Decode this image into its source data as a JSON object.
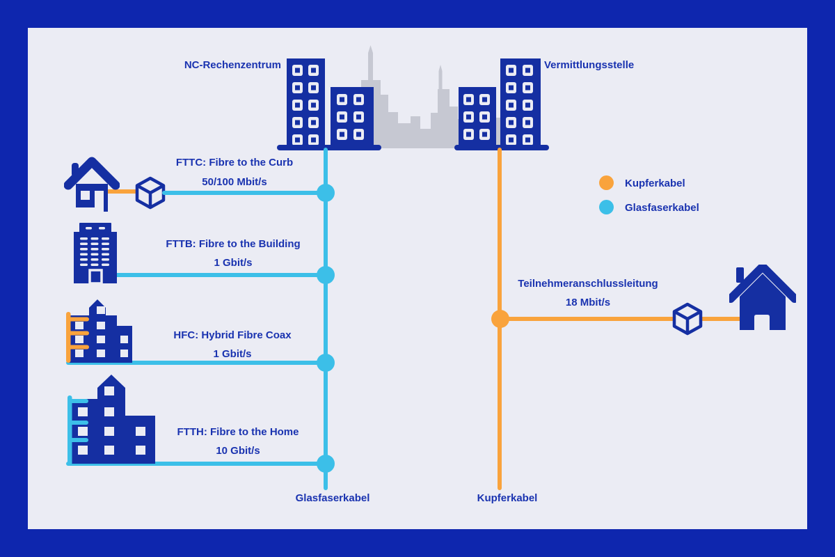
{
  "palette": {
    "frame_blue": "#0e26ae",
    "panel_background": "#ebecf4",
    "icon_blue": "#152fa2",
    "text_blue": "#1a33b0",
    "fiber_cyan": "#3cbfe8",
    "copper_orange": "#f9a33c",
    "skyline_gray": "#c6c8d2"
  },
  "header": {
    "datacenter_label": "NC-Rechenzentrum",
    "exchange_label": "Vermittlungsstelle"
  },
  "legend": {
    "items": [
      {
        "label": "Kupferkabel",
        "color": "#f9a33c"
      },
      {
        "label": "Glasfaserkabel",
        "color": "#3cbfe8"
      }
    ]
  },
  "fiber_connections": [
    {
      "id": "fttc",
      "title": "FTTC: Fibre to the Curb",
      "speed": "50/100 Mbit/s"
    },
    {
      "id": "fttb",
      "title": "FTTB: Fibre to the Building",
      "speed": "1 Gbit/s"
    },
    {
      "id": "hfc",
      "title": "HFC: Hybrid Fibre Coax",
      "speed": "1 Gbit/s"
    },
    {
      "id": "ftth",
      "title": "FTTH: Fibre to the Home",
      "speed": "10 Gbit/s"
    }
  ],
  "copper_connection": {
    "title": "Teilnehmeranschlussleitung",
    "speed": "18 Mbit/s"
  },
  "trunk_labels": {
    "fiber": "Glasfaserkabel",
    "copper": "Kupferkabel"
  }
}
